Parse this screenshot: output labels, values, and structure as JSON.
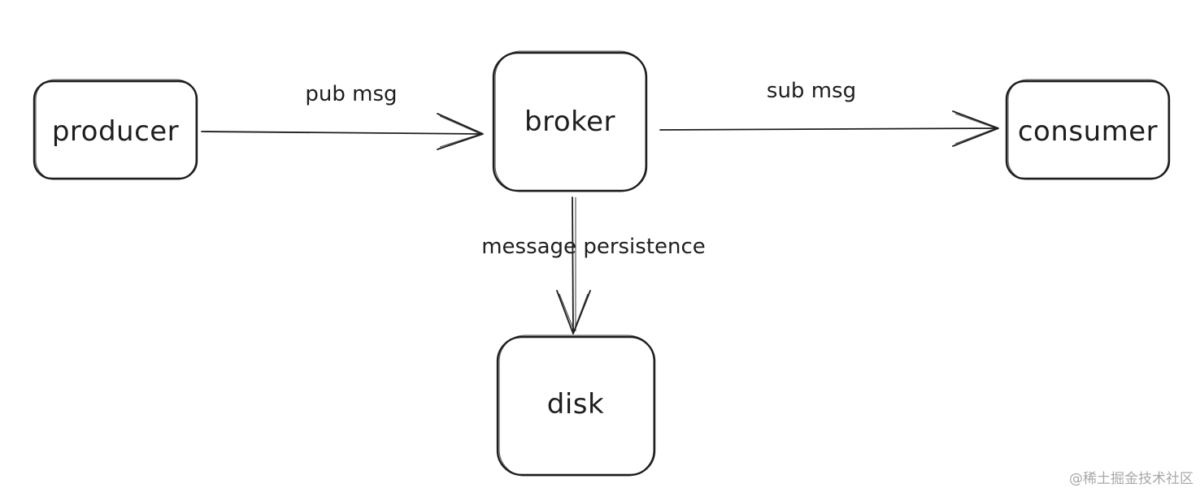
{
  "nodes": {
    "producer": "producer",
    "broker": "broker",
    "consumer": "consumer",
    "disk": "disk"
  },
  "edges": {
    "pub": "pub msg",
    "sub": "sub msg",
    "persist": "message persistence"
  },
  "watermark": "@稀土掘金技术社区",
  "colors": {
    "stroke": "#1e1e1e",
    "background": "#ffffff",
    "watermark": "#a8a8a8"
  }
}
